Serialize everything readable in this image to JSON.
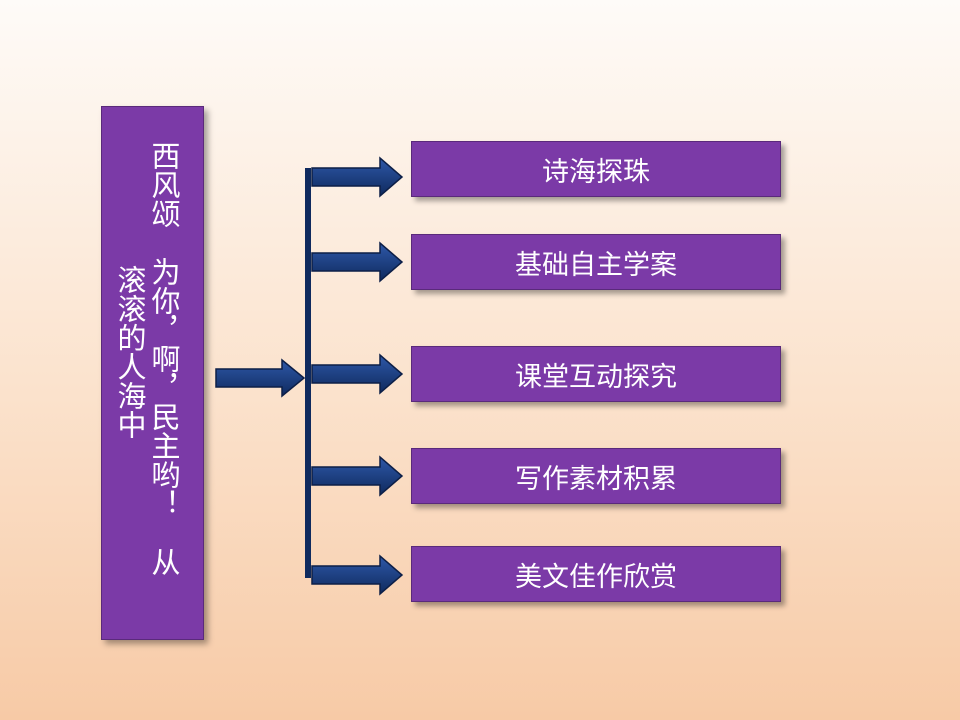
{
  "title_panel": {
    "column_right": "西风颂　为你，啊，民主哟！　从",
    "column_left": "滚滚的人海中"
  },
  "menu": [
    {
      "label": "诗海探珠"
    },
    {
      "label": "基础自主学案"
    },
    {
      "label": "课堂互动探究"
    },
    {
      "label": "写作素材积累"
    },
    {
      "label": "美文佳作欣赏"
    }
  ],
  "colors": {
    "panel": "#7b3aa7",
    "arrow": "#1f3c7a",
    "text": "#ffffff"
  }
}
